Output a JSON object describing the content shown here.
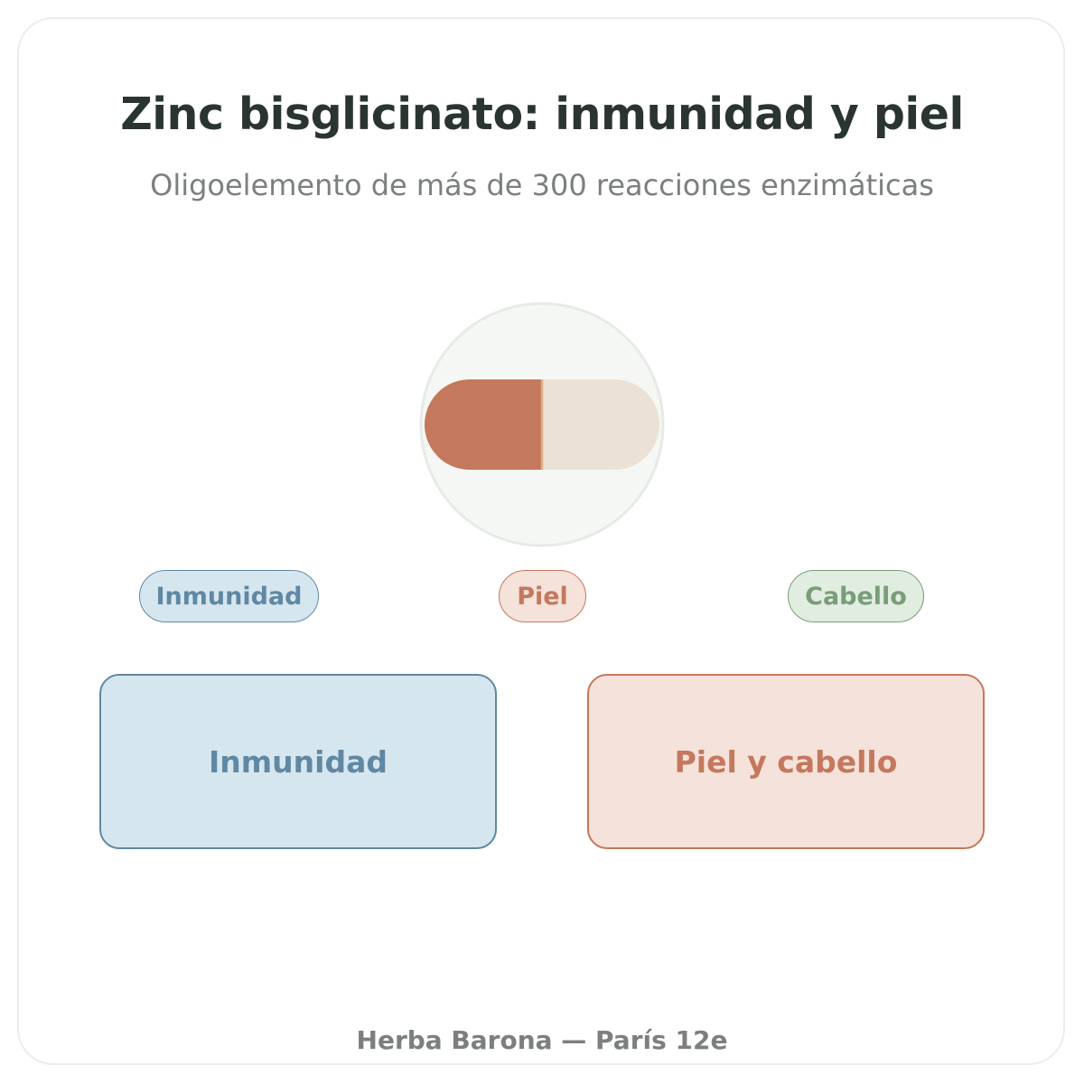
{
  "header": {
    "title": "Zinc bisglicinato: inmunidad y piel",
    "subtitle": "Oligoelemento de más de 300 reacciones enzimáticas"
  },
  "illustration": {
    "icon": "capsule-icon",
    "colors": {
      "circle_fill": "#f4f7f4",
      "circle_stroke": "#e6ebe6",
      "capsule_left": "#c4785d",
      "capsule_right": "#ebe1d5",
      "divider": "#d9b08a"
    }
  },
  "tags": [
    {
      "label": "Inmunidad",
      "color": "#5f88a3"
    },
    {
      "label": "Piel",
      "color": "#c4785d"
    },
    {
      "label": "Cabello",
      "color": "#7b9c7b"
    }
  ],
  "benefits": [
    {
      "label": "Inmunidad",
      "color": "#5f88a3"
    },
    {
      "label": "Piel y cabello",
      "color": "#c4785d"
    }
  ],
  "footer": {
    "text": "Herba Barona — París 12e"
  }
}
